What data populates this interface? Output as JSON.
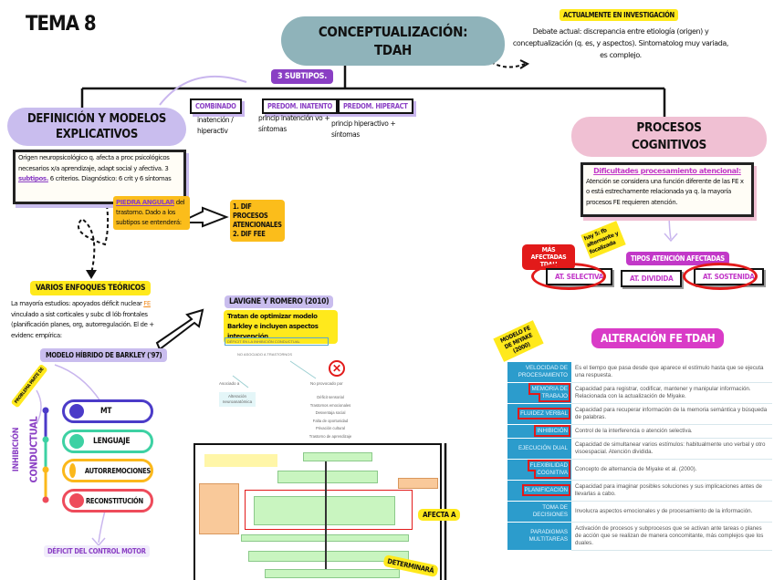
{
  "page_title": "TEMA 8",
  "central": {
    "title_line1": "CONCEPTUALIZACIÓN:",
    "title_line2": "TDAH"
  },
  "research": {
    "tag": "ACTUALMENTE EN INVESTIGACIÓN",
    "text": "Debate actual: discrepancia entre etiología (origen) y conceptualización (q. es, y aspectos). Sintomatolog muy variada, es complejo."
  },
  "subtypes": {
    "tag": "3 SUBTIPOS.",
    "items": [
      {
        "label": "COMBINADO",
        "desc": "inatención / hiperactiv"
      },
      {
        "label": "PREDOM. INATENTO",
        "desc": "princip inatención vo + síntomas"
      },
      {
        "label": "PREDOM. HIPERACT",
        "desc": "princip hiperactivo + síntomas"
      }
    ]
  },
  "definition": {
    "title_line1": "DEFINICIÓN Y MODELOS",
    "title_line2": "EXPLICATIVOS",
    "text_before": "Origen neuropsicológico q. afecta a proc psicológicos necesarios x/a aprendizaje, adapt social y afectiva. 3 ",
    "link": "subtipos.",
    "text_after": " 6 criterios. Diagnóstico: 6 crit y 6 síntomas",
    "cornerstone_link": "PIEDRA ANGULAR",
    "cornerstone_text": " del trastorno. Dado a los subtipos se entenderá:",
    "deficits": [
      "1. DIF PROCESOS ATENCIONALES",
      "2. DIF FEE"
    ]
  },
  "theories": {
    "tag": "VARIOS ENFOQUES TEÓRICOS",
    "text_before": "La mayoría estudios: apoyados déficit nuclear ",
    "fe": "FE",
    "text_after": " vinculado a sist corticales y subc dl lób frontales (planificación planes, org, autorregulación. El de + evidenc empírica:",
    "model_tag": "MODELO HÍBRIDO DE BARKLEY ('97)",
    "sticky": "PROBLEMA PARTE DE",
    "axis_label_1": "INHIBICIÓN",
    "axis_label_2": "CONDUCTUAL",
    "pills": [
      {
        "label": "MT",
        "color": "#4b3bc8"
      },
      {
        "label": "LENGUAJE",
        "color": "#3dd1a3"
      },
      {
        "label": "AUTORREMOCIONES",
        "color": "#fbb81b"
      },
      {
        "label": "RECONSTITUCIÓN",
        "color": "#ee4b5b"
      }
    ],
    "result": "DÉFICIT DEL CONTROL MOTOR"
  },
  "lavigne": {
    "tag": "LAVIGNE Y ROMERO (2010)",
    "text": "Tratan de optimizar modelo Barkley e incluyen aspectos intervención",
    "diagram_header": "DÉFICIT EN LA INHIBICIÓN CONDUCTUAL",
    "diagram_sub": "NO ASOCIADO A TRASTORNOS",
    "left_label": "Asociado a",
    "left_box": "Alteración neuroanatómica",
    "right_label": "No provocado por",
    "right_items": [
      "Déficit sensorial",
      "Trastornos emocionales",
      "Desventaja social",
      "Falta de oportunidad",
      "Privación cultural",
      "Trastorno de aprendizaje"
    ]
  },
  "flowchart": {
    "affects_label": "AFECTA A",
    "determines_label": "DETERMINARÁ"
  },
  "cognitive": {
    "title_line1": "PROCESOS",
    "title_line2": "COGNITIVOS",
    "heading": "Dificultades procesamiento atencional:",
    "text": "Atención se considera una función diferente de las FE x o está estrechamente relacionada ya q. la mayoría procesos FE requieren atención.",
    "sticky": "hay 5: fb alternante y focalizada",
    "most_affected": "MÁS AFECTADAS TDAH",
    "types_tag": "TIPOS ATENCIÓN AFECTADAS",
    "types": [
      "AT. SELECTIVA",
      "AT. DIVIDIDA",
      "AT. SOSTENIDA"
    ]
  },
  "fe": {
    "model_sticky": "MODELO FE DE MIYAKE (2000)",
    "title": "ALTERACIÓN FE TDAH",
    "rows": [
      {
        "key": "VELOCIDAD DE PROCESAMIENTO",
        "value": "Es el tiempo que pasa desde que aparece el estímulo hasta que se ejecuta una respuesta.",
        "highlight": false
      },
      {
        "key": "MEMORIA DE TRABAJO",
        "value": "Capacidad para registrar, codificar, mantener y manipular información. Relacionada con la actualización de Miyake.",
        "highlight": true
      },
      {
        "key": "FLUIDEZ VERBAL",
        "value": "Capacidad para recuperar información de la memoria semántica y búsqueda de palabras.",
        "highlight": true
      },
      {
        "key": "INHIBICIÓN",
        "value": "Control de la interferencia o atención selectiva.",
        "highlight": true
      },
      {
        "key": "EJECUCIÓN DUAL",
        "value": "Capacidad de simultanear varios estímulos: habitualmente uno verbal y otro visoespacial. Atención dividida.",
        "highlight": false
      },
      {
        "key": "FLEXIBILIDAD COGNITIVA",
        "value": "Concepto de alternancia de Miyake et al. (2000).",
        "highlight": true
      },
      {
        "key": "PLANIFICACIÓN",
        "value": "Capacidad para imaginar posibles soluciones y sus implicaciones antes de llevarlas a cabo.",
        "highlight": true
      },
      {
        "key": "TOMA DE DECISIONES",
        "value": "Involucra aspectos emocionales y de procesamiento de la información.",
        "highlight": false
      },
      {
        "key": "PARADIGMAS MULTITAREAS",
        "value": "Activación de procesos y subprocesos que se activan ante tareas o planes de acción que se realizan de manera concomitante, más complejos que los duales.",
        "highlight": false
      }
    ]
  }
}
